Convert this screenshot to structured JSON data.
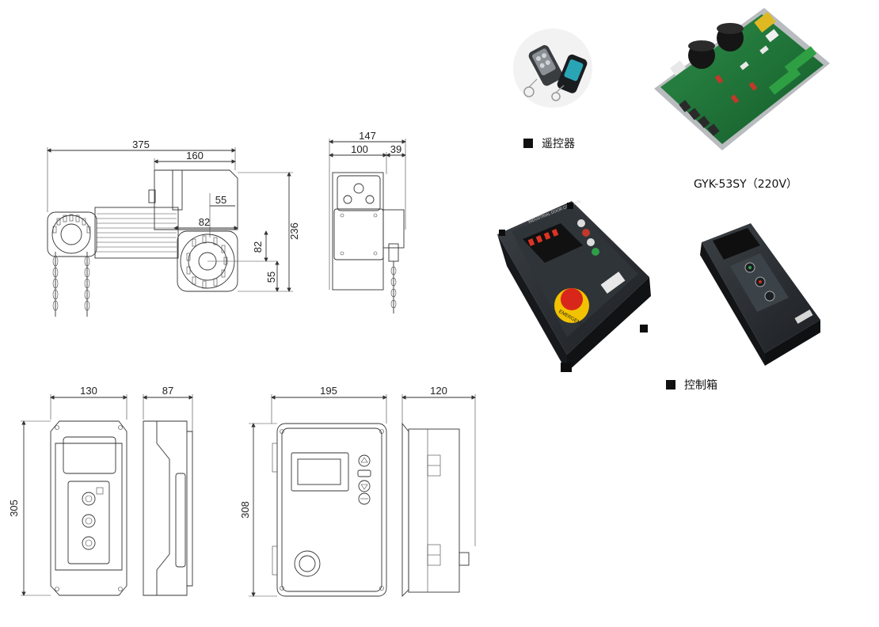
{
  "motor_drawing": {
    "dims": {
      "overall_length": "375",
      "top_width": "160",
      "offset_55_top": "55",
      "offset_82": "82",
      "height_82": "82",
      "height_55": "55",
      "overall_height": "236"
    }
  },
  "motor_side_drawing": {
    "dims": {
      "depth": "147",
      "width_100": "100",
      "width_39": "39"
    }
  },
  "small_box_drawing": {
    "dims": {
      "width": "130",
      "depth": "87",
      "height": "305"
    }
  },
  "large_box_drawing": {
    "dims": {
      "width": "195",
      "depth": "120",
      "height": "308"
    }
  },
  "photos": {
    "remote_caption": "遥控器",
    "board_caption": "GYK-53SY（220V）",
    "control_box_caption": "控制箱",
    "control_panel_title": "INDUSTRIAL DOOR CONTROL",
    "estop_label": "EMERGENCY"
  },
  "colors": {
    "board_green": "#1f7a3a",
    "box_body": "#2b2f33",
    "estop_red": "#d8261b",
    "estop_yellow": "#f2c200"
  }
}
